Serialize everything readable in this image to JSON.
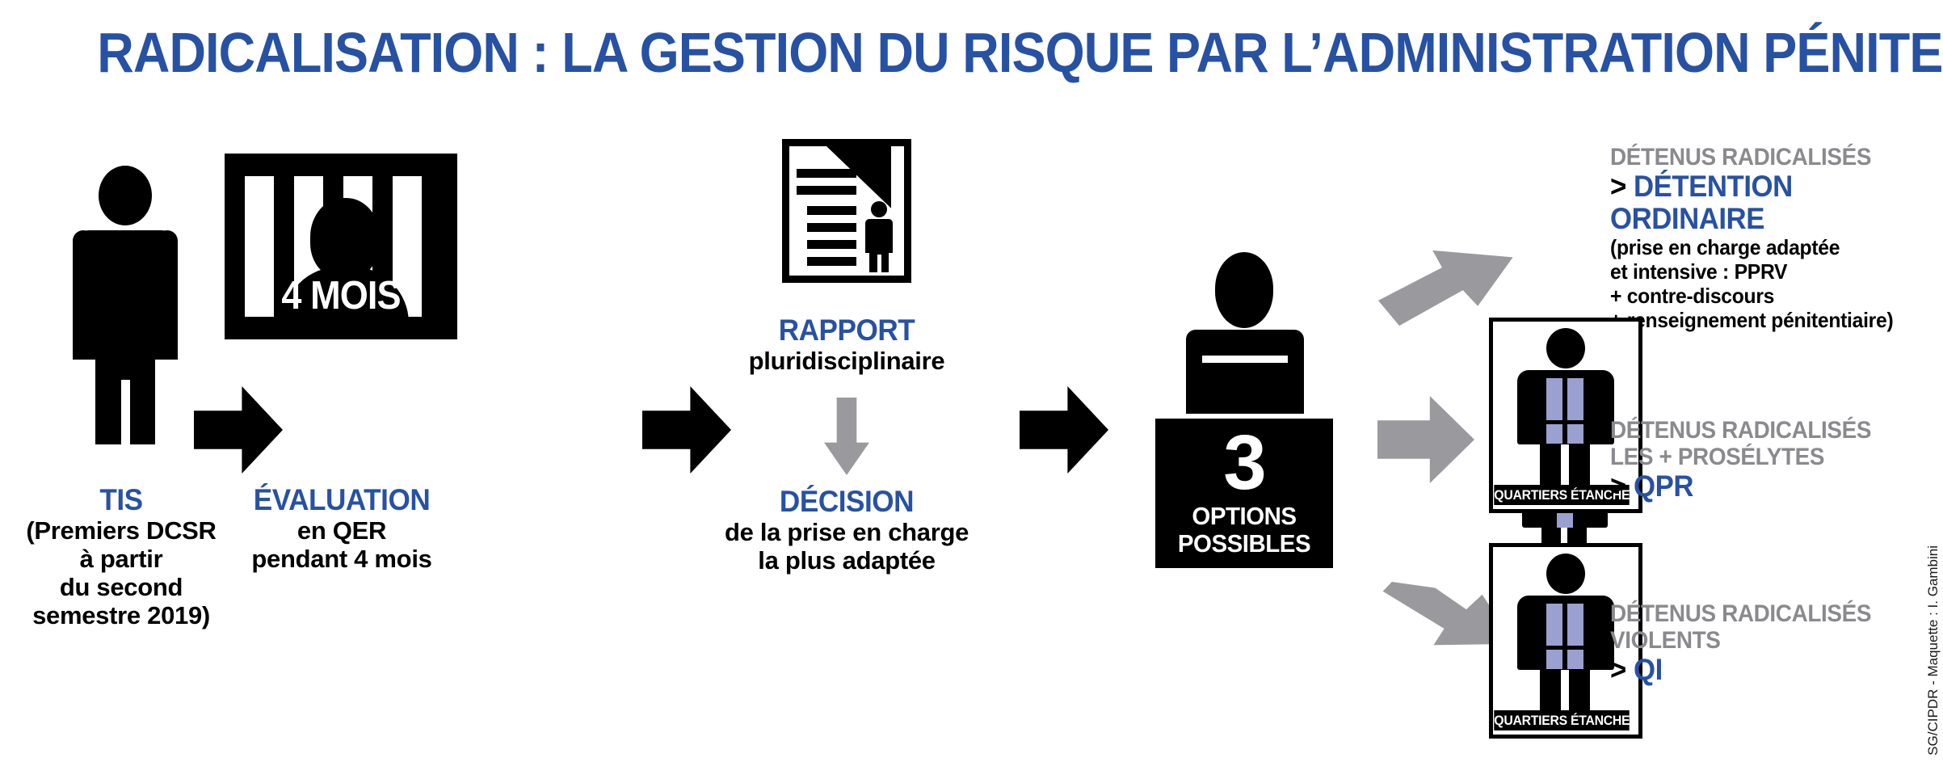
{
  "title": "RADICALISATION : LA GESTION DU RISQUE PAR L’ADMINISTRATION PÉNITENTIAIRE",
  "colors": {
    "blue": "#2751a3",
    "gray_text": "#8a8a8e",
    "gray_arrow": "#9a9a9e",
    "lavender": "#9aa0cf",
    "black": "#000000",
    "background": "#ffffff"
  },
  "steps": {
    "step1": {
      "icon": "person-standing-icon",
      "heading": "TIS",
      "lines": [
        "(Premiers DCSR",
        "à partir",
        "du second",
        "semestre 2019)"
      ]
    },
    "step2": {
      "icon": "jail-cell-icon",
      "badge": "4 MOIS",
      "heading": "ÉVALUATION",
      "lines": [
        "en QER",
        "pendant 4 mois"
      ]
    },
    "step3": {
      "icon": "report-document-icon",
      "heading": "RAPPORT",
      "subtitle": "pluridisciplinaire",
      "arrow": "gray-down-arrow-icon",
      "heading2": "DÉCISION",
      "lines2": [
        "de la prise en charge",
        "la plus adaptée"
      ]
    },
    "step4": {
      "icon": "person-at-podium-icon",
      "number": "3",
      "lines": [
        "OPTIONS",
        "POSSIBLES"
      ]
    }
  },
  "options": [
    {
      "icon": "detainee-exclamation-icon",
      "gray_heading": "DÉTENUS RADICALISÉS",
      "chevron": ">",
      "blue_heading": [
        "DÉTENTION",
        "ORDINAIRE"
      ],
      "detail_lines": [
        "(prise en charge adaptée",
        "et intensive : PPRV",
        "+ contre-discours",
        "+ renseignement pénitentiaire)"
      ],
      "frame_label": null
    },
    {
      "icon": "detainee-two-bars-icon",
      "gray_heading": [
        "DÉTENUS RADICALISÉS",
        "LES + PROSÉLYTES"
      ],
      "chevron": ">",
      "blue_heading": [
        "QPR"
      ],
      "detail_lines": [],
      "frame_label": "QUARTIERS ÉTANCHES"
    },
    {
      "icon": "detainee-two-bars-icon",
      "gray_heading": [
        "DÉTENUS RADICALISÉS",
        "VIOLENTS"
      ],
      "chevron": ">",
      "blue_heading": [
        "QI"
      ],
      "detail_lines": [],
      "frame_label": "QUARTIERS ÉTANCHES"
    }
  ],
  "arrows": {
    "black_1": "black-right-arrow-icon",
    "black_2": "black-right-arrow-icon",
    "black_3": "black-right-arrow-icon",
    "gray_up": "gray-up-right-arrow-icon",
    "gray_mid": "gray-right-arrow-icon",
    "gray_down": "gray-down-right-arrow-icon"
  },
  "credit": "SG/CIPDR - Maquette : I. Gambini"
}
